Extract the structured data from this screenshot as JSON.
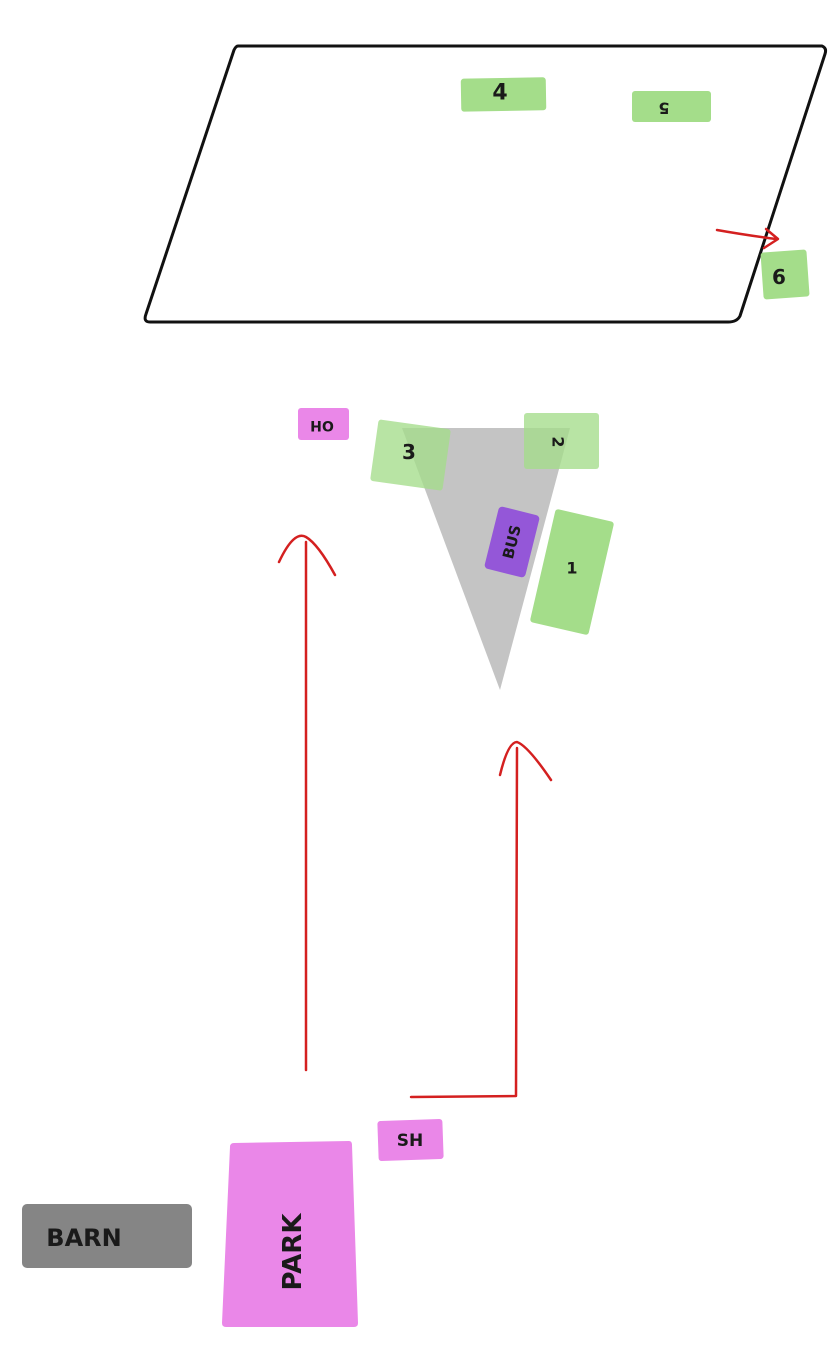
{
  "colors": {
    "stroke": "#111111",
    "arrow": "#d42020",
    "green": "#a4dd8a",
    "magenta": "#ea87e8",
    "purple": "#9457d8",
    "gray_triangle": "#c4c4c4",
    "gray_box": "#858585"
  },
  "labels": {
    "box_1": "1",
    "box_2": "2",
    "box_3": "3",
    "box_4": "4",
    "box_5": "5",
    "box_6": "6",
    "oh": "OH",
    "bus": "BUS",
    "sh": "SH",
    "park": "PARK",
    "barn": "BARN"
  }
}
